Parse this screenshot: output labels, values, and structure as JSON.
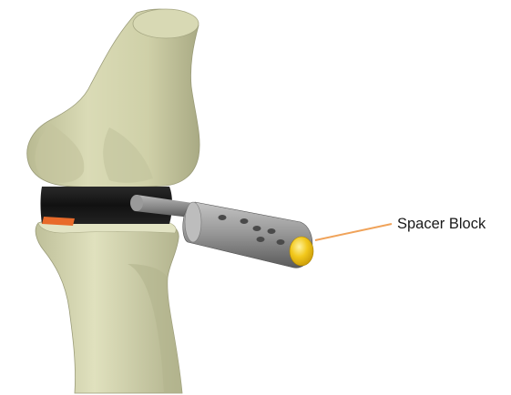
{
  "diagram": {
    "callout_label": "Spacer Block",
    "components": [
      {
        "name": "femur",
        "color": "#d3d4ad"
      },
      {
        "name": "tibia",
        "color": "#d3d4ad"
      },
      {
        "name": "spacer-block",
        "color": "#1f1f1f"
      },
      {
        "name": "alignment-handle",
        "color": "#8e8e8e"
      },
      {
        "name": "handle-tip",
        "color": "#f0c419"
      },
      {
        "name": "orange-marker",
        "color": "#e86a2a"
      }
    ],
    "leader_line_color": "#f0a35a"
  }
}
